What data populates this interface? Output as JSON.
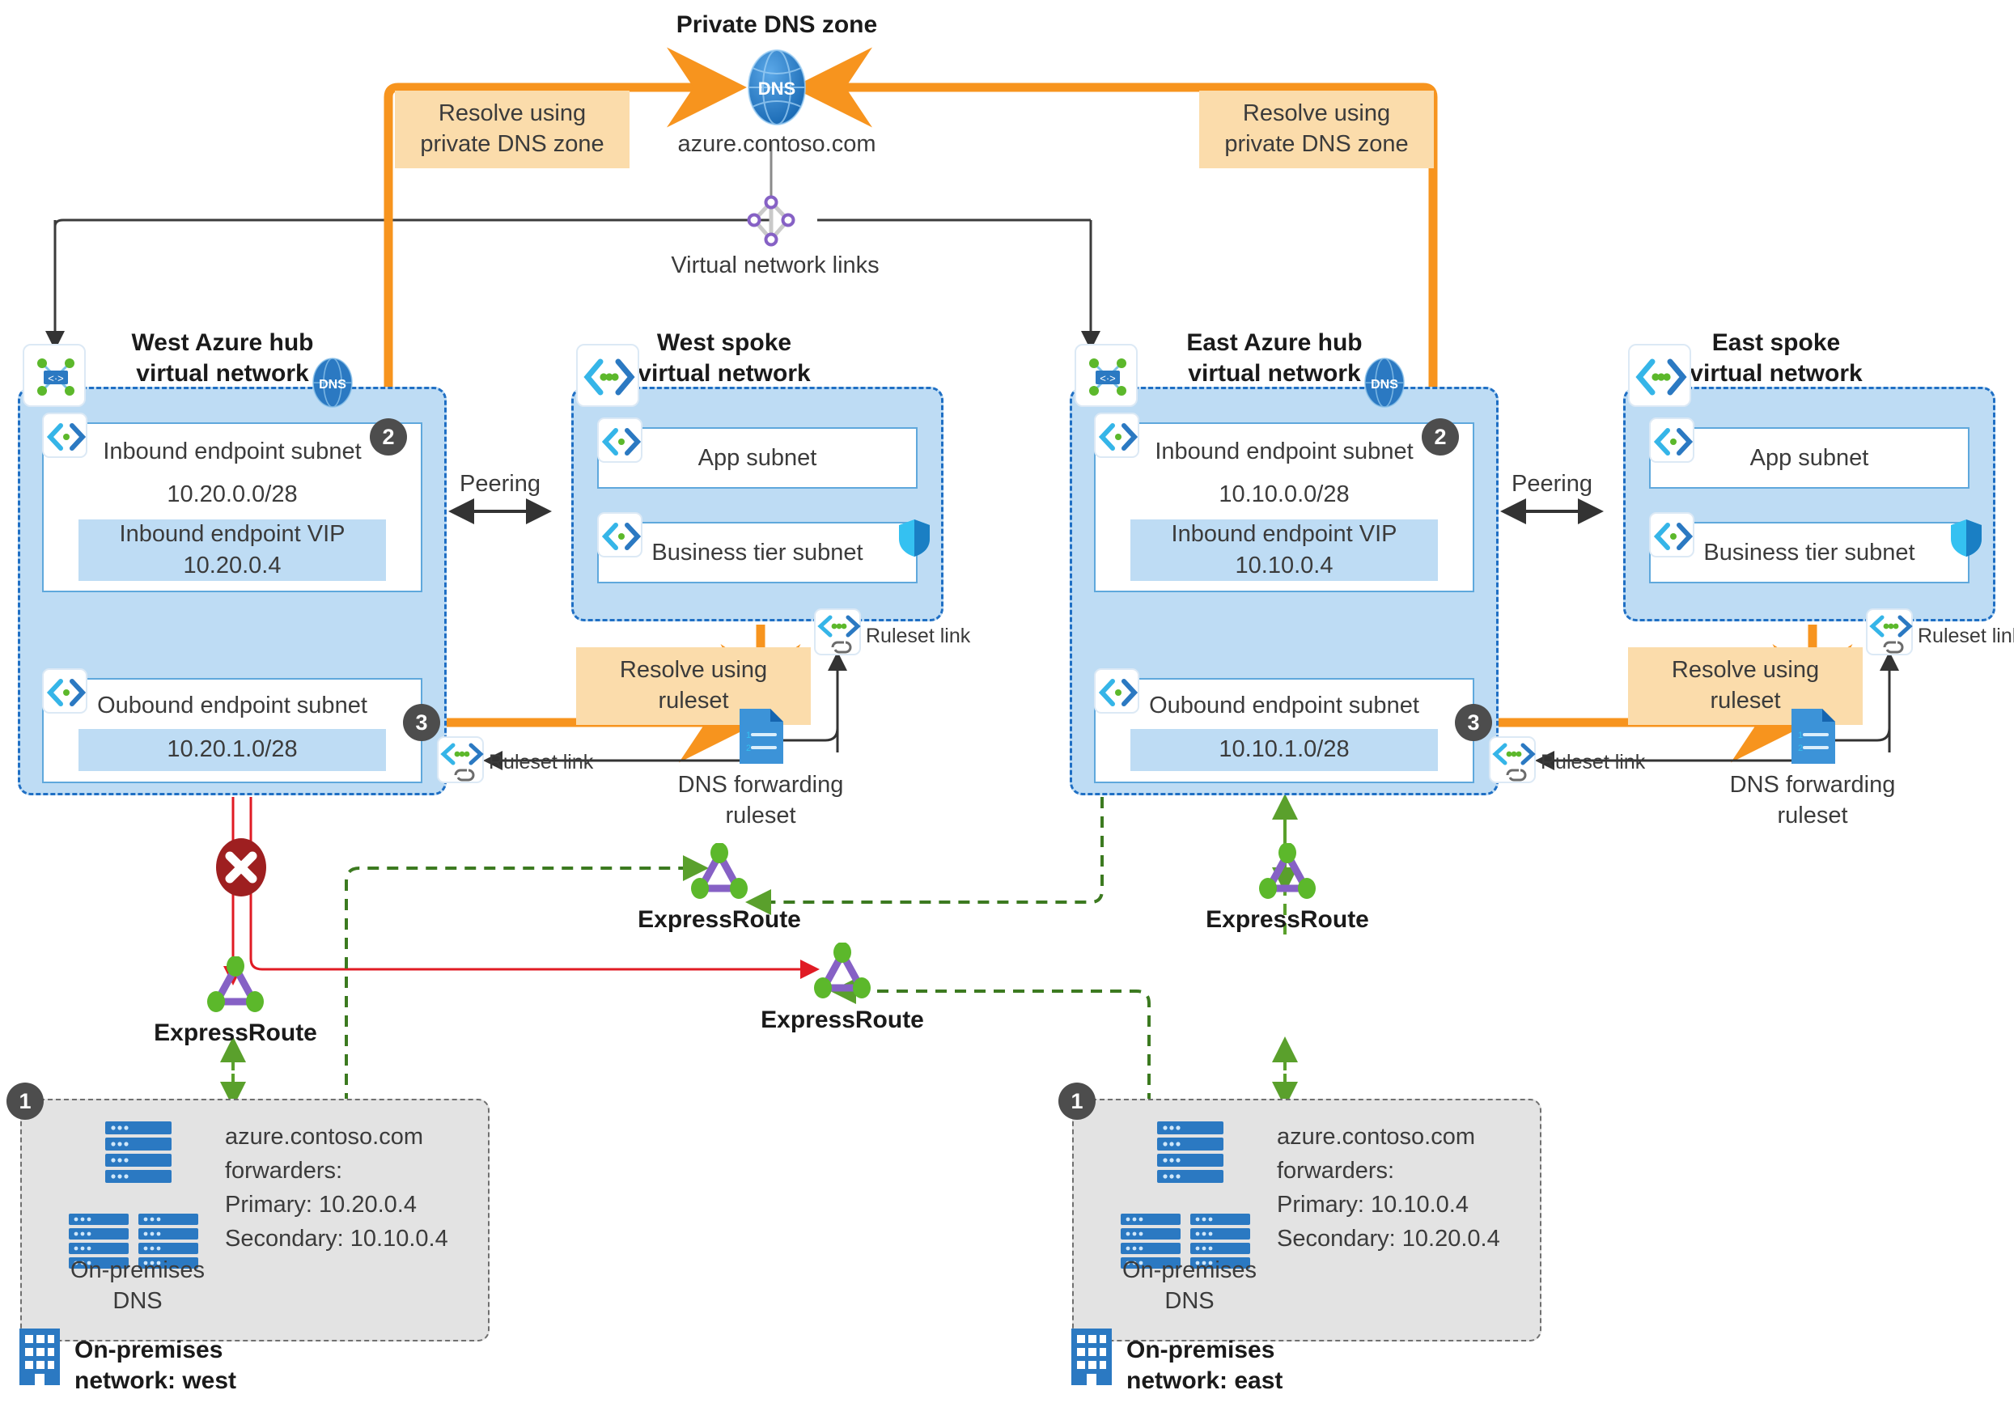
{
  "diagram": {
    "title": "Private DNS zone",
    "dns_zone": {
      "icon": "dns-globe-icon",
      "glyph": "DNS",
      "domain": "azure.contoso.com"
    },
    "vnet_links": {
      "icon": "virtual-network-links-icon",
      "label": "Virtual network links"
    },
    "callouts": {
      "private_dns_west": "Resolve using\nprivate DNS zone",
      "private_dns_east": "Resolve using\nprivate DNS zone",
      "ruleset_west": "Resolve using\nruleset",
      "ruleset_east": "Resolve using\nruleset"
    },
    "badges": {
      "step1": "1",
      "step2": "2",
      "step3": "3"
    },
    "peering_label": "Peering",
    "expressroute_label": "ExpressRoute",
    "ruleset_link_label": "Ruleset link",
    "dns_forwarding_ruleset_label": "DNS forwarding\nruleset",
    "hubs": [
      {
        "id": "west-hub",
        "title": "West Azure hub\nvirtual network",
        "dns_glyph": "DNS",
        "inbound_subnet": {
          "name": "Inbound endpoint subnet",
          "cidr": "10.20.0.0/28",
          "vip": "Inbound endpoint VIP\n10.20.0.4"
        },
        "outbound_subnet": {
          "name": "Oubound endpoint subnet",
          "cidr": "10.20.1.0/28"
        }
      },
      {
        "id": "east-hub",
        "title": "East Azure hub\nvirtual network",
        "dns_glyph": "DNS",
        "inbound_subnet": {
          "name": "Inbound endpoint subnet",
          "cidr": "10.10.0.0/28",
          "vip": "Inbound endpoint VIP\n10.10.0.4"
        },
        "outbound_subnet": {
          "name": "Oubound endpoint subnet",
          "cidr": "10.10.1.0/28"
        }
      }
    ],
    "spokes": [
      {
        "id": "west-spoke",
        "title": "West spoke\nvirtual network",
        "subnets": [
          "App subnet",
          "Business tier subnet"
        ]
      },
      {
        "id": "east-spoke",
        "title": "East spoke\nvirtual network",
        "subnets": [
          "App subnet",
          "Business tier subnet"
        ]
      }
    ],
    "onprem": [
      {
        "id": "onprem-west",
        "dns_label": "On-premises\nDNS",
        "forwarders": "azure.contoso.com\nforwarders:\nPrimary: 10.20.0.4\nSecondary: 10.10.0.4",
        "network_label": "On-premises\nnetwork: west"
      },
      {
        "id": "onprem-east",
        "dns_label": "On-premises\nDNS",
        "forwarders": "azure.contoso.com\nforwarders:\nPrimary: 10.10.0.4\nSecondary: 10.20.0.4",
        "network_label": "On-premises\nnetwork: east"
      }
    ],
    "colors": {
      "orange": "#f7941e",
      "callout_bg": "#fbdcab",
      "vnet_fill": "#bedcf4",
      "vnet_border": "#1f6fc4",
      "green": "#5aa02c",
      "red": "#e01b24",
      "dark_red": "#9e1f20",
      "badge": "#4d4d4d",
      "azure_blue": "#2b88d8"
    }
  }
}
